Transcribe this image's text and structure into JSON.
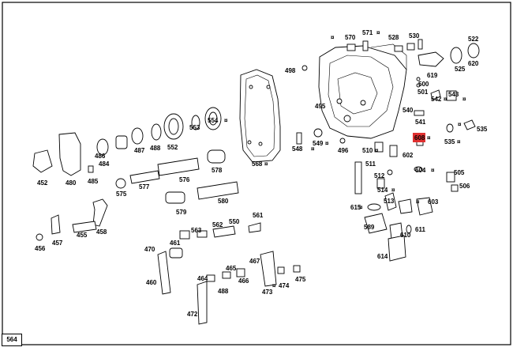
{
  "diagram": {
    "page_ref": "564",
    "highlighted_part": "608",
    "part_numbers": {
      "570": "570",
      "571": "571",
      "528": "528",
      "530": "530",
      "522": "522",
      "619": "619",
      "620": "620",
      "525": "525",
      "498": "498",
      "500": "500",
      "501": "501",
      "542": "542",
      "543": "543",
      "495": "495",
      "540": "540",
      "541": "541",
      "535a": "535",
      "535b": "535",
      "608": "608",
      "548": "548",
      "549": "549",
      "496": "496",
      "510": "510",
      "511": "511",
      "602": "602",
      "604": "604",
      "505": "505",
      "506": "506",
      "568": "568",
      "512": "512",
      "514": "514",
      "615": "615",
      "513": "513",
      "603": "603",
      "589": "589",
      "610": "610",
      "611": "611",
      "614": "614",
      "554": "554",
      "553": "553",
      "552": "552",
      "488a": "488",
      "487": "487",
      "486": "486",
      "452": "452",
      "480": "480",
      "484": "484",
      "485": "485",
      "575": "575",
      "577": "577",
      "576": "576",
      "578": "578",
      "579": "579",
      "580": "580",
      "456": "456",
      "457": "457",
      "455": "455",
      "458": "458",
      "563": "563",
      "562": "562",
      "550": "550",
      "561": "561",
      "470": "470",
      "461": "461",
      "460": "460",
      "464": "464",
      "465": "465",
      "466": "466",
      "467": "467",
      "474": "474",
      "475": "475",
      "488b": "488",
      "473": "473",
      "472": "472"
    }
  }
}
